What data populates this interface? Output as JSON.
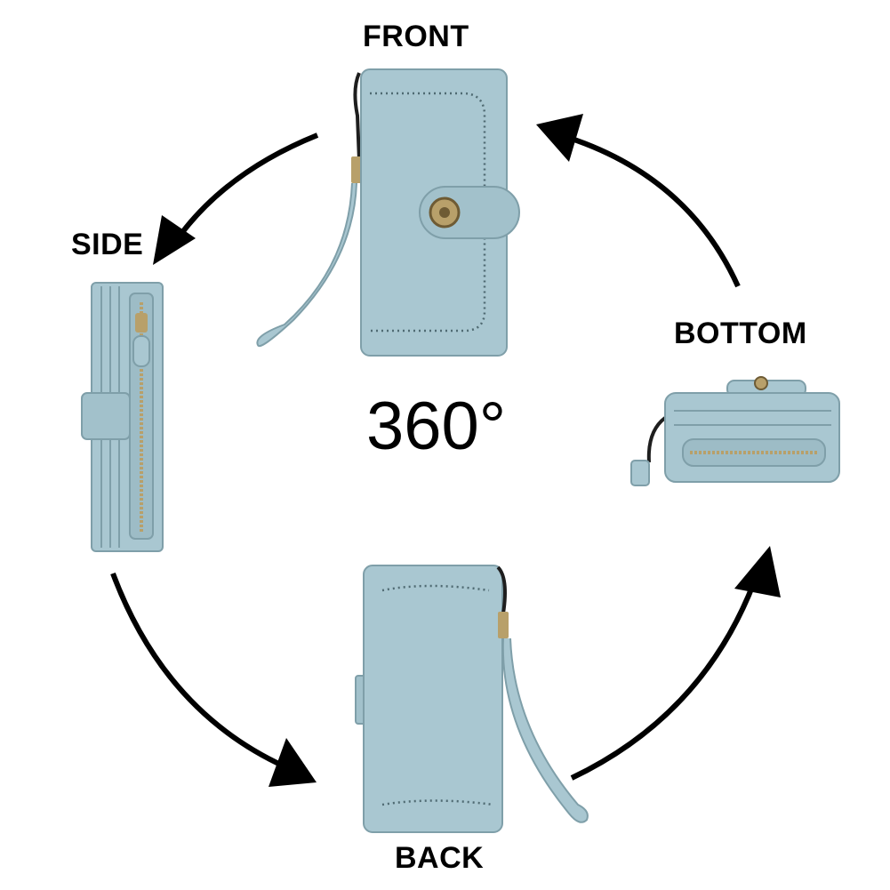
{
  "labels": {
    "front": "FRONT",
    "side": "SIDE",
    "bottom": "BOTTOM",
    "back": "BACK",
    "center": "360°"
  },
  "colors": {
    "wallet": "#a9c7d1",
    "wallet_shade": "#8fb0bb",
    "wallet_edge": "#7f9fa9",
    "stitch": "#4f6a72",
    "hardware": "#b8a06a",
    "cord": "#1e1e1e",
    "arrow": "#000000"
  },
  "icons": {
    "arrows": [
      "curved-arrow-icon"
    ],
    "snap": "flower-snap-button-icon"
  }
}
